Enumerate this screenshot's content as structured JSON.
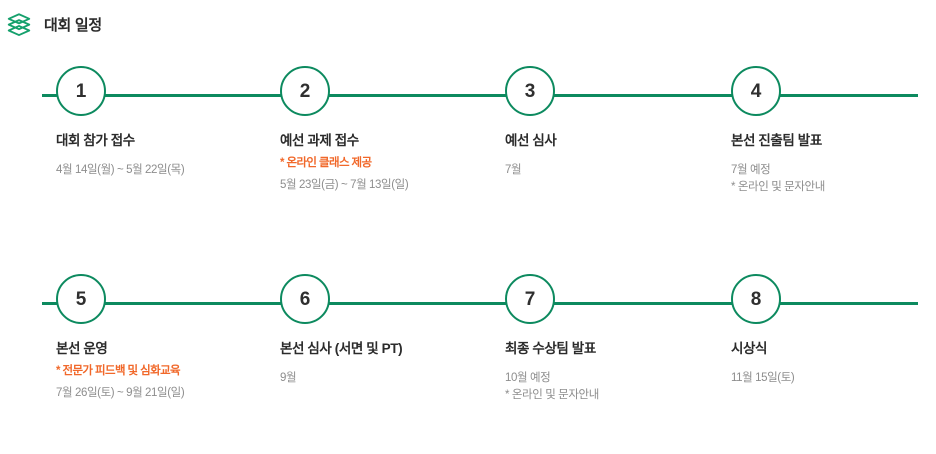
{
  "header": {
    "icon": "layers-stack-icon",
    "title": "대회 일정"
  },
  "colors": {
    "accent_green": "#0d8a5f",
    "note_orange": "#f1682a",
    "title_dark": "#2b2b2b",
    "date_gray": "#8d8d8d",
    "background": "#ffffff"
  },
  "timeline": {
    "rows": [
      {
        "steps": [
          {
            "number": "1",
            "title": "대회 참가 접수",
            "note": "",
            "dates": "4월 14일(월) ~ 5월 22일(목)"
          },
          {
            "number": "2",
            "title": "예선 과제 접수",
            "note": "* 온라인 클래스 제공",
            "dates": "5월 23일(금) ~ 7월 13일(일)"
          },
          {
            "number": "3",
            "title": "예선 심사",
            "note": "",
            "dates": "7월"
          },
          {
            "number": "4",
            "title": "본선 진출팀 발표",
            "note": "",
            "dates": "7월 예정\n* 온라인 및 문자안내"
          }
        ]
      },
      {
        "steps": [
          {
            "number": "5",
            "title": "본선 운영",
            "note": "* 전문가 피드백 및 심화교육",
            "dates": "7월 26일(토) ~ 9월 21일(일)"
          },
          {
            "number": "6",
            "title": "본선 심사 (서면 및 PT)",
            "note": "",
            "dates": "9월"
          },
          {
            "number": "7",
            "title": "최종 수상팀 발표",
            "note": "",
            "dates": "10월 예정\n* 온라인 및 문자안내"
          },
          {
            "number": "8",
            "title": "시상식",
            "note": "",
            "dates": "11월 15일(토)"
          }
        ]
      }
    ]
  }
}
